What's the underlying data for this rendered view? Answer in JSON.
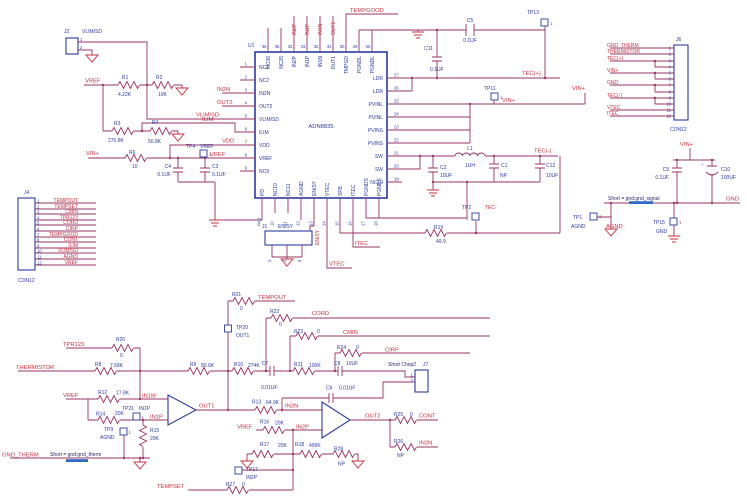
{
  "colors": {
    "wire": "#993366",
    "part_blue": "#2B3B9E",
    "net_red": "#C62F3E",
    "short_bar": "#2F6BCB",
    "dark_text": "#26266B",
    "background": "#FFFFFF"
  },
  "u1": {
    "ref": "U1",
    "part": "ADN8835",
    "lp": [
      {
        "n": "1",
        "nm": "NC1"
      },
      {
        "n": "2",
        "nm": "NC2"
      },
      {
        "n": "3",
        "nm": "IN2N"
      },
      {
        "n": "4",
        "nm": "OUT2"
      },
      {
        "n": "5",
        "nm": "VLIM/SD"
      },
      {
        "n": "6",
        "nm": "ILIM"
      },
      {
        "n": "7",
        "nm": "VDD"
      },
      {
        "n": "8",
        "nm": "VREF"
      },
      {
        "n": "9",
        "nm": "NC9"
      }
    ],
    "tpn": [
      {
        "n": "36",
        "nm": "NC36"
      },
      {
        "n": "35",
        "nm": "NC35"
      },
      {
        "n": "34",
        "nm": "IN2P"
      },
      {
        "n": "33",
        "nm": "IN1P"
      },
      {
        "n": "32",
        "nm": "IN1N"
      },
      {
        "n": "31",
        "nm": "OUT1"
      },
      {
        "n": "30",
        "nm": "TMPGD"
      },
      {
        "n": "29",
        "nm": "PGNDL"
      },
      {
        "n": "28",
        "nm": "PGNDL"
      }
    ],
    "rp": [
      {
        "n": "27",
        "nm": "LDR"
      },
      {
        "n": "26",
        "nm": "LDR"
      },
      {
        "n": "25",
        "nm": "PVINL"
      },
      {
        "n": "24",
        "nm": "PVINL"
      },
      {
        "n": "23",
        "nm": "PVINS"
      },
      {
        "n": "22",
        "nm": "PVINS"
      },
      {
        "n": "21",
        "nm": "SW"
      },
      {
        "n": "20",
        "nm": "SW"
      },
      {
        "n": "19",
        "nm": "NC19"
      }
    ],
    "bp": [
      {
        "n": "PAD",
        "nm": "PD"
      },
      {
        "n": "10",
        "nm": "NC10"
      },
      {
        "n": "11",
        "nm": "NC11"
      },
      {
        "n": "12",
        "nm": "AGND"
      },
      {
        "n": "13",
        "nm": "EN/SY"
      },
      {
        "n": "14",
        "nm": "VTEC"
      },
      {
        "n": "15",
        "nm": "SFB"
      },
      {
        "n": "16",
        "nm": "ITEC"
      },
      {
        "n": "17",
        "nm": "PGNDS"
      },
      {
        "n": "18",
        "nm": "PGNDS"
      }
    ]
  },
  "conn": {
    "j2": {
      "ref": "J2",
      "net": "VLIM/SD",
      "p1": "1",
      "p2": "2"
    },
    "j1": {
      "ref": "J1",
      "net": "EN/SY",
      "p1": "1",
      "p2": "2",
      "p3": "3"
    },
    "j7": {
      "ref": "J7",
      "label": "Short Chop2",
      "p1": "1",
      "p2": "2"
    },
    "j4": {
      "ref": "J4",
      "fp": "CON12",
      "pins": [
        {
          "n": "1",
          "net": "TEMPOUT"
        },
        {
          "n": "2",
          "net": "TEMPSET"
        },
        {
          "n": "3",
          "net": "CMIN"
        },
        {
          "n": "4",
          "net": "TPR123"
        },
        {
          "n": "5",
          "net": "CORD"
        },
        {
          "n": "6",
          "net": "CIRP"
        },
        {
          "n": "7",
          "net": "TEMPGOOD"
        },
        {
          "n": "8",
          "net": "CONT"
        },
        {
          "n": "9",
          "net": "ILIM"
        },
        {
          "n": "10",
          "net": "VLIM/SD"
        },
        {
          "n": "11",
          "net": "AGND"
        },
        {
          "n": "12",
          "net": "VREF"
        }
      ]
    },
    "j6": {
      "ref": "J6",
      "fp": "CON12",
      "pins": [
        {
          "n": "1",
          "net": "GND_THERM"
        },
        {
          "n": "2",
          "net": "THERMISTOR"
        },
        {
          "n": "3",
          "net": "TEC(+)"
        },
        {
          "n": "4",
          "net": ""
        },
        {
          "n": "5",
          "net": "VIN+"
        },
        {
          "n": "6",
          "net": ""
        },
        {
          "n": "7",
          "net": "GND"
        },
        {
          "n": "8",
          "net": ""
        },
        {
          "n": "9",
          "net": "TEC(-)"
        },
        {
          "n": "10",
          "net": ""
        },
        {
          "n": "11",
          "net": "VTEC"
        },
        {
          "n": "12",
          "net": "ITEC"
        }
      ]
    }
  },
  "res": {
    "r1": {
      "r": "R1",
      "v": "4.22K"
    },
    "r2": {
      "r": "R2",
      "v": "10K"
    },
    "r3": {
      "r": "R3",
      "v": "270.8K"
    },
    "r4": {
      "r": "R4",
      "v": "50.8K"
    },
    "r6": {
      "r": "R6",
      "v": "10"
    },
    "r8": {
      "r": "R8",
      "v": "7.68K"
    },
    "r9": {
      "r": "R9",
      "v": "80.6K"
    },
    "r10": {
      "r": "R10",
      "v": "274K"
    },
    "r11": {
      "r": "R11",
      "v": "100K"
    },
    "r12": {
      "r": "R12",
      "v": "17.8K"
    },
    "r13": {
      "r": "R13",
      "v": "64.9K"
    },
    "r14": {
      "r": "R14",
      "v": "20K"
    },
    "r15": {
      "r": "R15",
      "v": "20K"
    },
    "r16": {
      "r": "R16",
      "v": "20K"
    },
    "r17": {
      "r": "R17",
      "v": "20K"
    },
    "r18": {
      "r": "R18",
      "v": "499K"
    },
    "r19": {
      "r": "R19",
      "v": "49.9"
    },
    "r20": {
      "r": "R20",
      "v": "0"
    },
    "r21": {
      "r": "R21",
      "v": "0"
    },
    "r22": {
      "r": "R22",
      "v": "0"
    },
    "r23": {
      "r": "R23",
      "v": "0"
    },
    "r24": {
      "r": "R24",
      "v": "0"
    },
    "r25": {
      "r": "R25",
      "v": "0"
    },
    "r26": {
      "r": "R26",
      "v": "NP"
    },
    "r27": {
      "r": "R27",
      "v": "0"
    },
    "r28": {
      "r": "R28",
      "v": "NP"
    }
  },
  "cap": {
    "c1": {
      "r": "C1",
      "v": "NP"
    },
    "c2": {
      "r": "C2",
      "v": "10UF"
    },
    "c3": {
      "r": "C3",
      "v": "0.1UF"
    },
    "c4": {
      "r": "C4",
      "v": "0.1UF"
    },
    "c5": {
      "r": "C5",
      "v": "0.1UF"
    },
    "c6": {
      "r": "C6",
      "v": "0.01UF"
    },
    "c7": {
      "r": "C7",
      "v": "0.01UF"
    },
    "c8": {
      "r": "C8",
      "v": "10UF"
    },
    "c9": {
      "r": "C9",
      "v": "0.1UF"
    },
    "c10": {
      "r": "C10",
      "v": "100UF",
      "plus": "+"
    },
    "c11": {
      "r": "C11",
      "v": "0.1UF"
    },
    "c12": {
      "r": "C12",
      "v": "10UF"
    }
  },
  "ind": {
    "l1": {
      "r": "L1",
      "v": "1UH"
    }
  },
  "tp": {
    "pin": "1",
    "tp1": {
      "r": "TP1",
      "n": "AGND"
    },
    "tp2": {
      "r": "TP2",
      "n": "TEC-"
    },
    "tp4": {
      "r": "TP4",
      "n": "VREF"
    },
    "tp9": {
      "r": "TP9",
      "n": "AGND"
    },
    "tp11": {
      "r": "TP11"
    },
    "tp13": {
      "r": "TP13"
    },
    "tp15": {
      "r": "TP15",
      "n": "GND"
    },
    "tp17": {
      "r": "TP17",
      "n": "IN2P"
    },
    "tp20": {
      "r": "TP20",
      "n": "OUT1"
    },
    "tp21": {
      "r": "TP21",
      "n": "IN1P"
    }
  },
  "nets": {
    "vref": "VREF",
    "vinp": "VIN+",
    "vlimsd": "VLIM/SD",
    "ilim": "ILIM",
    "vdd": "VDD",
    "in2n": "IN2N",
    "out2": "OUT2",
    "tempgood": "TEMPGOOD",
    "in2p": "IN2P",
    "in1p": "IN1P",
    "in1n": "IN1N",
    "out1": "OUT1",
    "tecp": "TEC(+)",
    "tecn": "TEC(-)",
    "tecm": "TEC-",
    "itec": "ITEC",
    "vtec": "VTEC",
    "ensy": "EN/SY",
    "gnd": "GND",
    "agnd": "AGND",
    "gndtherm": "GND_THERM",
    "thermistor": "THERMISTOR",
    "tpr123": "TPR123",
    "tempout": "TEMPOUT",
    "tempset": "TEMPSET",
    "cord": "CORD",
    "cmin": "CMIN",
    "cirp": "CIRP",
    "cont": "CONT",
    "in1m": "IN1M"
  },
  "shorts": {
    "signal": "Short = gnd:gnd_signal",
    "therm": "Short = gnd:gnd_therm"
  },
  "misc": {
    "con12": "CON12"
  }
}
